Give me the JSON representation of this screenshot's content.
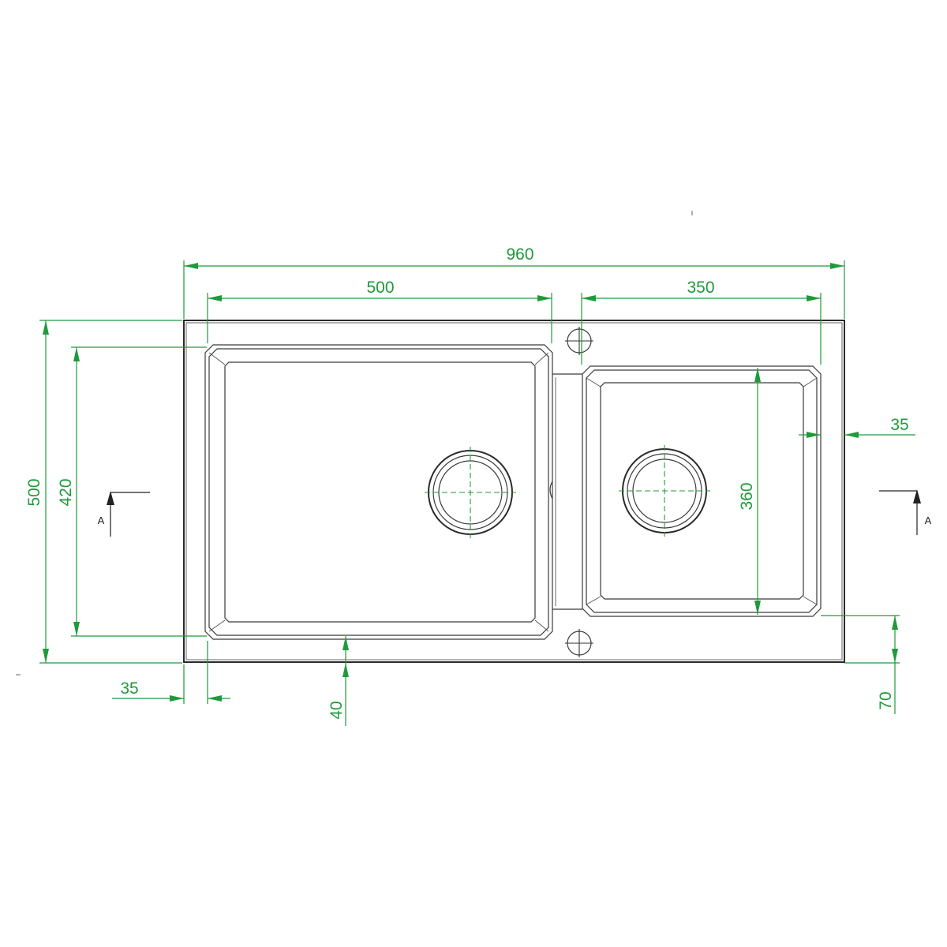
{
  "dimensions": {
    "overall_width": "960",
    "large_bowl_width": "500",
    "small_bowl_width": "350",
    "overall_depth": "500",
    "large_bowl_depth": "420",
    "small_bowl_depth": "360",
    "left_edge_offset": "35",
    "front_edge_offset": "40",
    "small_bowl_right_offset": "35",
    "small_bowl_front_offset": "70"
  },
  "section_markers": {
    "left": "A",
    "right": "A"
  },
  "colors": {
    "dimension": "#1f9a3a",
    "outline": "#2a2a2a"
  }
}
